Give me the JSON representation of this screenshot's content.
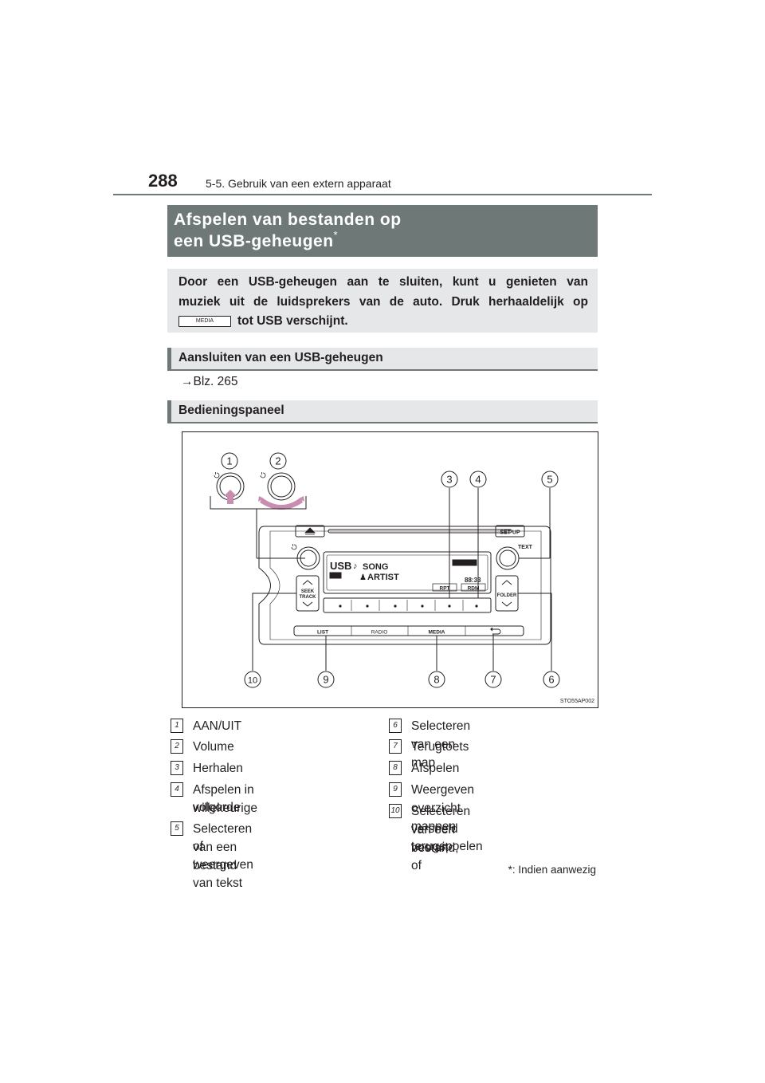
{
  "header": {
    "page_number": "288",
    "section": "5-5. Gebruik van een extern apparaat"
  },
  "title": {
    "line1": "Afspelen van bestanden op",
    "line2": "een USB-geheugen",
    "mark": "*"
  },
  "intro": {
    "line1": "Door een USB-geheugen aan te sluiten, kunt u genieten van",
    "line2": "muziek uit de luidsprekers van de auto. Druk herhaaldelijk op",
    "key_label": "MEDIA",
    "line3": "tot USB verschijnt."
  },
  "section_connect": {
    "title": "Aansluiten van een USB-geheugen",
    "reference": "→Blz. 265"
  },
  "section_panel": {
    "title": "Bedieningspaneel"
  },
  "figure": {
    "code": "STO55AP002",
    "display": {
      "source": "USB",
      "song": "SONG",
      "artist": "ARTIST",
      "track_info": "88:33",
      "rpt": "RPT",
      "rdm": "RDM"
    },
    "buttons": {
      "setup": "SET UP",
      "text": "TEXT",
      "seek_track_1": "SEEK",
      "seek_track_2": "TRACK",
      "folder": "FOLDER",
      "list": "LIST",
      "radio": "RADIO",
      "media": "MEDIA"
    },
    "callouts": [
      "1",
      "2",
      "3",
      "4",
      "5",
      "6",
      "7",
      "8",
      "9",
      "10"
    ]
  },
  "legend": {
    "left": [
      {
        "num": "1",
        "lines": [
          "AAN/UIT"
        ]
      },
      {
        "num": "2",
        "lines": [
          "Volume"
        ]
      },
      {
        "num": "3",
        "lines": [
          "Herhalen"
        ]
      },
      {
        "num": "4",
        "lines": [
          "Afspelen in willekeurige",
          "volgorde"
        ]
      },
      {
        "num": "5",
        "lines": [
          "Selecteren van een bestand",
          "of weergeven van tekst"
        ]
      }
    ],
    "right": [
      {
        "num": "6",
        "lines": [
          "Selecteren van een map"
        ]
      },
      {
        "num": "7",
        "lines": [
          "Terugtoets"
        ]
      },
      {
        "num": "8",
        "lines": [
          "Afspelen"
        ]
      },
      {
        "num": "9",
        "lines": [
          "Weergeven overzicht mappen"
        ]
      },
      {
        "num": "10",
        "lines": [
          "Selecteren van een bestand,",
          "versneld vooruit- of",
          "terugspoelen"
        ]
      }
    ]
  },
  "footnote": "*: Indien aanwezig"
}
